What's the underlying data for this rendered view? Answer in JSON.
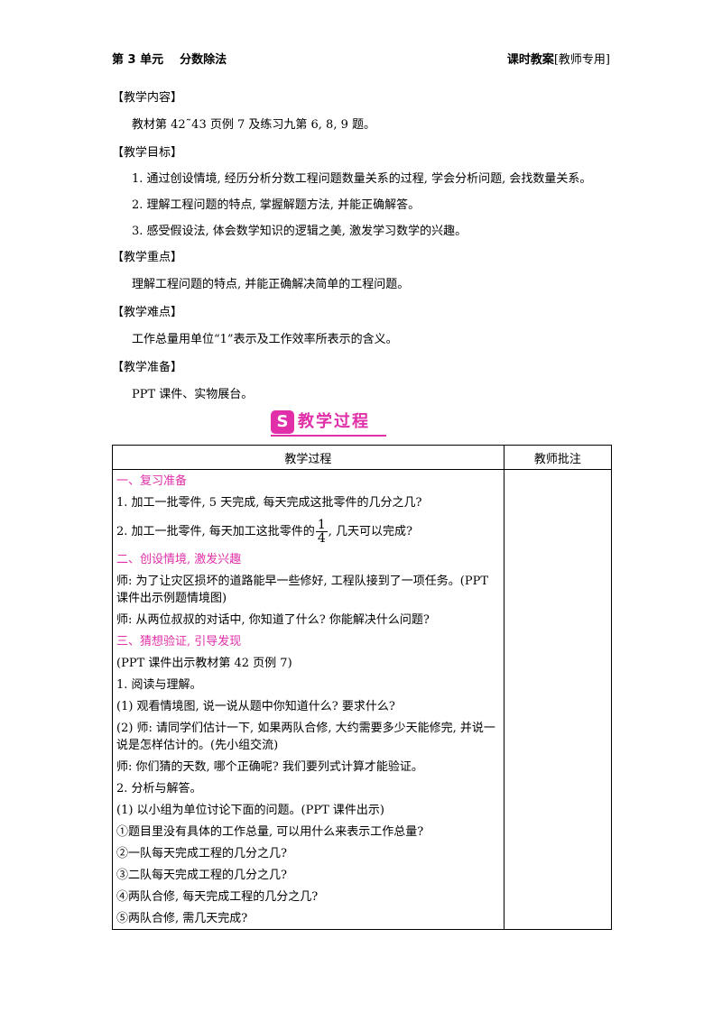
{
  "header": {
    "unit": "第 3 单元",
    "topic": "分数除法",
    "right_title": "课时教案",
    "right_tag": "[教师专用]"
  },
  "sections": [
    {
      "title": "【教学内容】",
      "items": [
        "教材第 42˜43 页例 7 及练习九第 6, 8, 9 题。"
      ]
    },
    {
      "title": "【教学目标】",
      "items": [
        "1. 通过创设情境, 经历分析分数工程问题数量关系的过程, 学会分析问题, 会找数量关系。",
        "2. 理解工程问题的特点, 掌握解题方法, 并能正确解答。",
        "3. 感受假设法, 体会数学知识的逻辑之美, 激发学习数学的兴趣。"
      ]
    },
    {
      "title": "【教学重点】",
      "items": [
        "理解工程问题的特点, 并能正确解决简单的工程问题。"
      ]
    },
    {
      "title": "【教学难点】",
      "items": [
        "工作总量用单位“1”表示及工作效率所表示的含义。"
      ]
    },
    {
      "title": "【教学准备】",
      "items": [
        "PPT 课件、实物展台。"
      ]
    }
  ],
  "banner": {
    "icon": "S",
    "title": "教学过程",
    "color": "#e02fa8"
  },
  "table": {
    "headers": [
      "教学过程",
      "教师批注"
    ],
    "rows": [
      {
        "text": "一、复习准备",
        "pink": true
      },
      {
        "text": "1. 加工一批零件, 5 天完成, 每天完成这批零件的几分之几?"
      },
      {
        "frac_before": "2. 加工一批零件, 每天加工这批零件的",
        "frac_num": "1",
        "frac_den": "4",
        "frac_after": ", 几天可以完成?"
      },
      {
        "text": "二、创设情境, 激发兴趣",
        "pink": true
      },
      {
        "text": "师: 为了让灾区损坏的道路能早一些修好, 工程队接到了一项任务。(PPT 课件出示例题情境图)"
      },
      {
        "text": "师: 从两位叔叔的对话中, 你知道了什么? 你能解决什么问题?"
      },
      {
        "text": "三、猜想验证, 引导发现",
        "pink": true
      },
      {
        "text": "(PPT 课件出示教材第 42 页例 7)"
      },
      {
        "text": "1. 阅读与理解。"
      },
      {
        "text": "(1) 观看情境图, 说一说从题中你知道什么? 要求什么?"
      },
      {
        "text": "(2) 师: 请同学们估计一下, 如果两队合修, 大约需要多少天能修完, 并说一说是怎样估计的。(先小组交流)"
      },
      {
        "text": "师: 你们猜的天数, 哪个正确呢? 我们要列式计算才能验证。"
      },
      {
        "text": "2. 分析与解答。"
      },
      {
        "text": "(1) 以小组为单位讨论下面的问题。(PPT 课件出示)"
      },
      {
        "text": "①题目里没有具体的工作总量, 可以用什么来表示工作总量?"
      },
      {
        "text": "②一队每天完成工程的几分之几?"
      },
      {
        "text": "③二队每天完成工程的几分之几?"
      },
      {
        "text": "④两队合修, 每天完成工程的几分之几?"
      },
      {
        "text": "⑤两队合修, 需几天完成?"
      }
    ]
  }
}
